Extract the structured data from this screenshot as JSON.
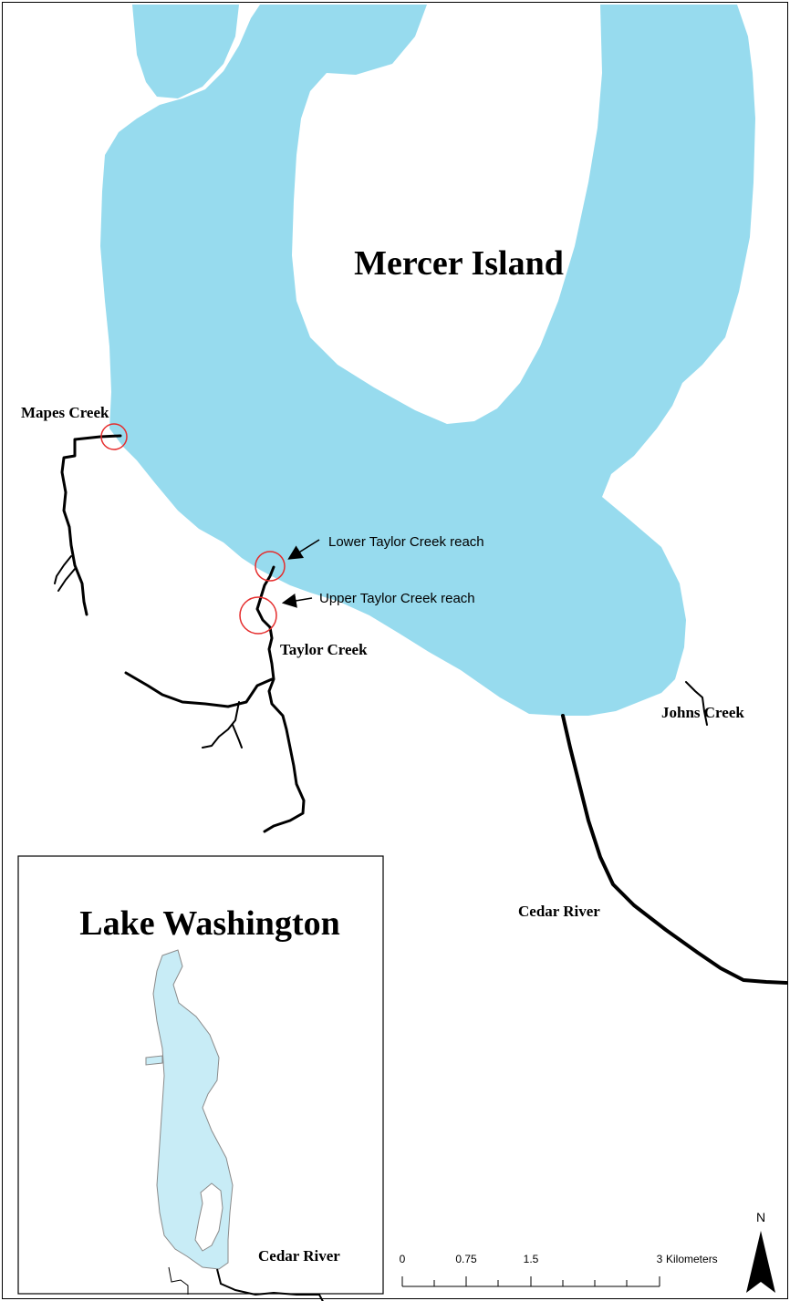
{
  "map": {
    "island_label": "Mercer Island",
    "creeks": {
      "mapes": "Mapes Creek",
      "taylor": "Taylor Creek",
      "johns": "Johns Creek",
      "cedar": "Cedar River"
    },
    "annotations": {
      "lower_reach": "Lower Taylor Creek reach",
      "upper_reach": "Upper Taylor Creek reach"
    },
    "colors": {
      "lake": "#97dbee",
      "inset_lake": "#c8ecf6",
      "stream": "#000000",
      "circle": "#e52d2d"
    }
  },
  "inset": {
    "title": "Lake Washington",
    "river_label": "Cedar River"
  },
  "scale_bar": {
    "ticks": [
      "0",
      "0.75",
      "1.5",
      "3"
    ],
    "unit": "Kilometers"
  },
  "north_arrow": {
    "label": "N"
  }
}
